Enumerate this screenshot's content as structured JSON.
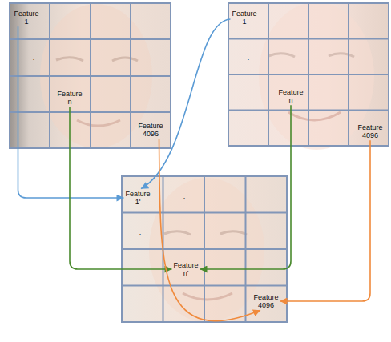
{
  "diagram": {
    "nodes": [
      {
        "text": [
          "Feature 1"
        ]
      },
      {
        "text": [
          "."
        ]
      },
      {
        "text": [
          "."
        ]
      },
      {
        "text": [
          "Feature n"
        ]
      },
      {
        "text": [
          "Feature 4096"
        ]
      },
      {
        "text": [
          "Feature 1"
        ]
      },
      {
        "text": [
          "."
        ]
      },
      {
        "text": [
          "."
        ]
      },
      {
        "text": [
          "Feature n"
        ]
      },
      {
        "text": [
          "Feature 4096"
        ]
      },
      {
        "text": [
          "Feature 1'"
        ]
      },
      {
        "text": [
          "."
        ]
      },
      {
        "text": [
          "."
        ]
      },
      {
        "text": [
          "Feature n'"
        ]
      },
      {
        "text": [
          "Feature 4096"
        ]
      }
    ],
    "edges": [
      {
        "from": 0,
        "to": 10,
        "arrow": "to"
      },
      {
        "from": 5,
        "to": 10,
        "arrow": "to"
      },
      {
        "from": 3,
        "to": 13,
        "arrow": "to"
      },
      {
        "from": 8,
        "to": 13,
        "arrow": "to"
      },
      {
        "from": 4,
        "to": 14,
        "arrow": "to"
      },
      {
        "from": 9,
        "to": 14,
        "arrow": "to"
      }
    ]
  }
}
